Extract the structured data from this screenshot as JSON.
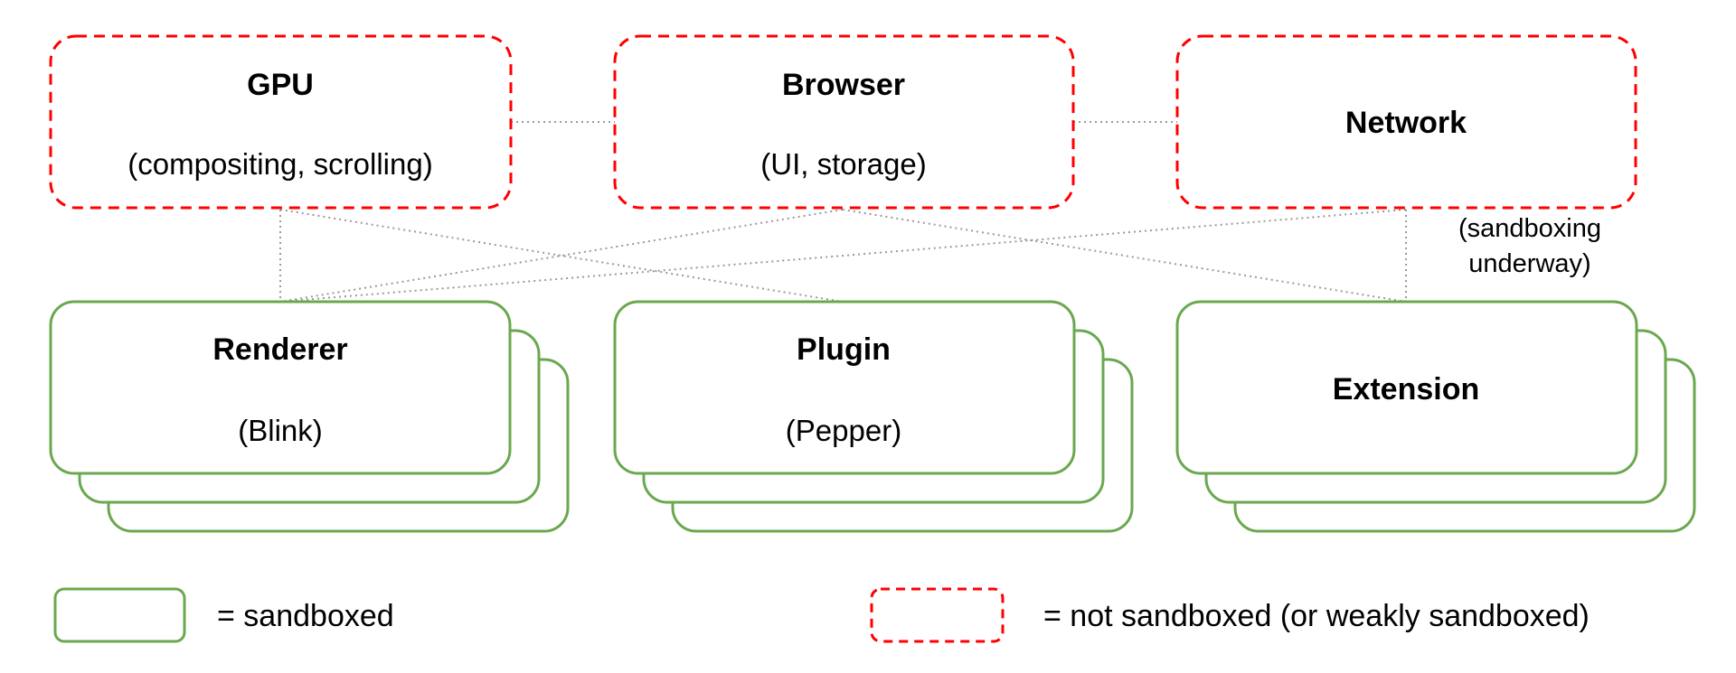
{
  "unsandboxed_processes": [
    {
      "name": "GPU",
      "detail": "(compositing, scrolling)"
    },
    {
      "name": "Browser",
      "detail": "(UI, storage)"
    },
    {
      "name": "Network",
      "detail": ""
    }
  ],
  "network_note": [
    "(sandboxing",
    "underway)"
  ],
  "sandboxed_processes": [
    {
      "name": "Renderer",
      "detail": "(Blink)"
    },
    {
      "name": "Plugin",
      "detail": "(Pepper)"
    },
    {
      "name": "Extension",
      "detail": ""
    }
  ],
  "legend": {
    "sandboxed_label": "= sandboxed",
    "not_sandboxed_label": "= not sandboxed (or weakly sandboxed)"
  },
  "colors": {
    "sandboxed_border": "#6aa84f",
    "not_sandboxed_border": "#ff0000",
    "connector": "#9a9a9a"
  }
}
